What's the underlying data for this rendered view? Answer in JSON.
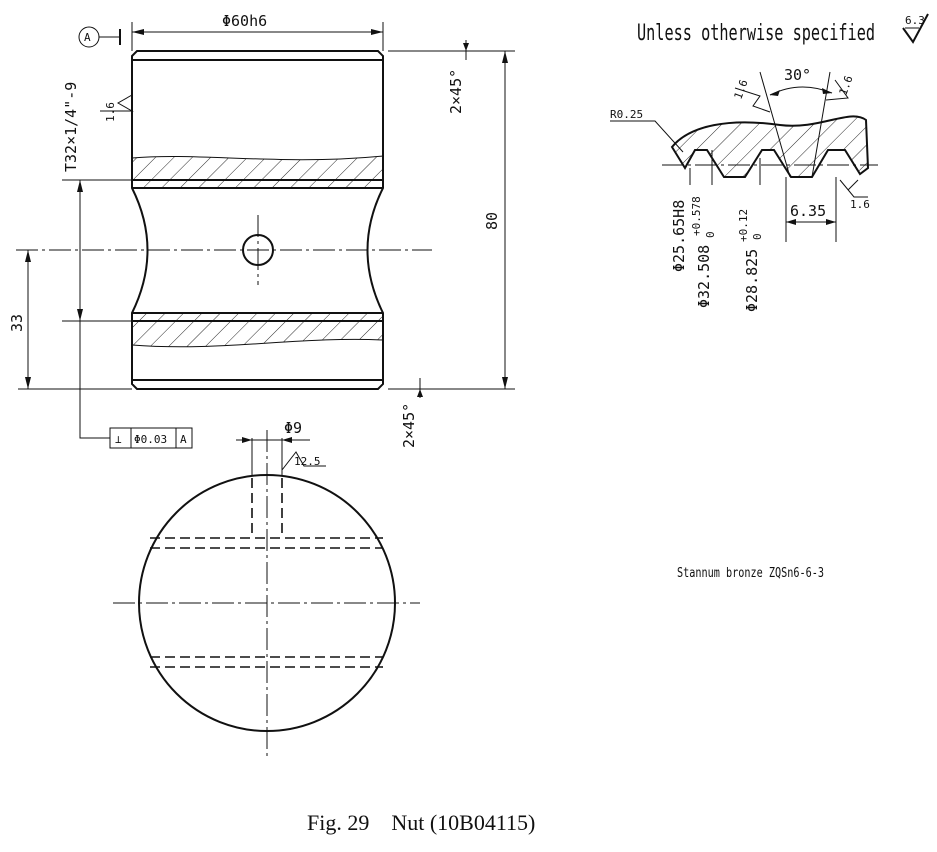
{
  "caption": "Fig. 29    Nut (10B04115)",
  "general_note": "Unless otherwise specified",
  "general_roughness": "6.3",
  "material": "Stannum bronze ZQSn6-6-3",
  "datum": "A",
  "front_view": {
    "outer_diameter": "Φ60h6",
    "thread": "T32×1/4\"-9",
    "thread_roughness": "1.6",
    "chamfer_top": "2×45°",
    "chamfer_bottom": "2×45°",
    "length": "80",
    "hole_position": "33"
  },
  "tolerance_frame": {
    "symbol": "⊥",
    "value": "Φ0.03",
    "datum": "A"
  },
  "bottom_view": {
    "hole_diameter": "Φ9",
    "hole_roughness": "12.5"
  },
  "thread_detail": {
    "root_radius": "R0.25",
    "angle": "30°",
    "flank_roughness_left": "1.6",
    "flank_roughness_right": "1.6",
    "pitch": "6.35",
    "pitch_roughness": "1.6",
    "minor_diameter": "Φ25.65H8",
    "major_diameter": "Φ32.508",
    "major_tol_upper": "+0.578",
    "major_tol_lower": "0",
    "pitch_diameter": "Φ28.825",
    "pitch_tol_upper": "+0.12",
    "pitch_tol_lower": "0"
  }
}
